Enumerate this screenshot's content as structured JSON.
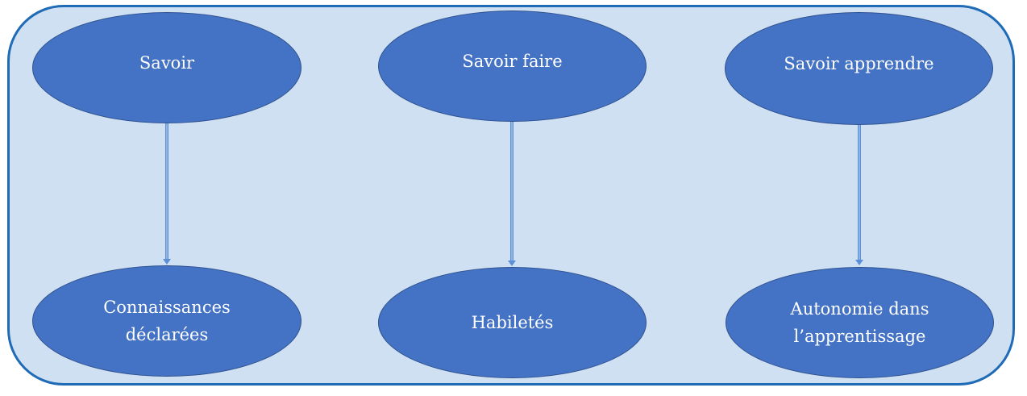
{
  "diagram": {
    "colors": {
      "frame_fill": "#cfe0f2",
      "frame_border": "#1f6bb5",
      "ellipse_fill": "#4472c4",
      "ellipse_border": "#2f528f",
      "arrow": "#8fb3e3",
      "text": "#ffffff"
    },
    "columns": [
      {
        "top": {
          "label": "Savoir"
        },
        "bottom": {
          "line1": "Connaissances",
          "line2": "déclarées"
        }
      },
      {
        "top": {
          "label": "Savoir faire"
        },
        "bottom": {
          "line1": "Habiletés",
          "line2": ""
        }
      },
      {
        "top": {
          "label": "Savoir apprendre"
        },
        "bottom": {
          "line1": "Autonomie dans",
          "line2": "l’apprentissage"
        }
      }
    ]
  }
}
